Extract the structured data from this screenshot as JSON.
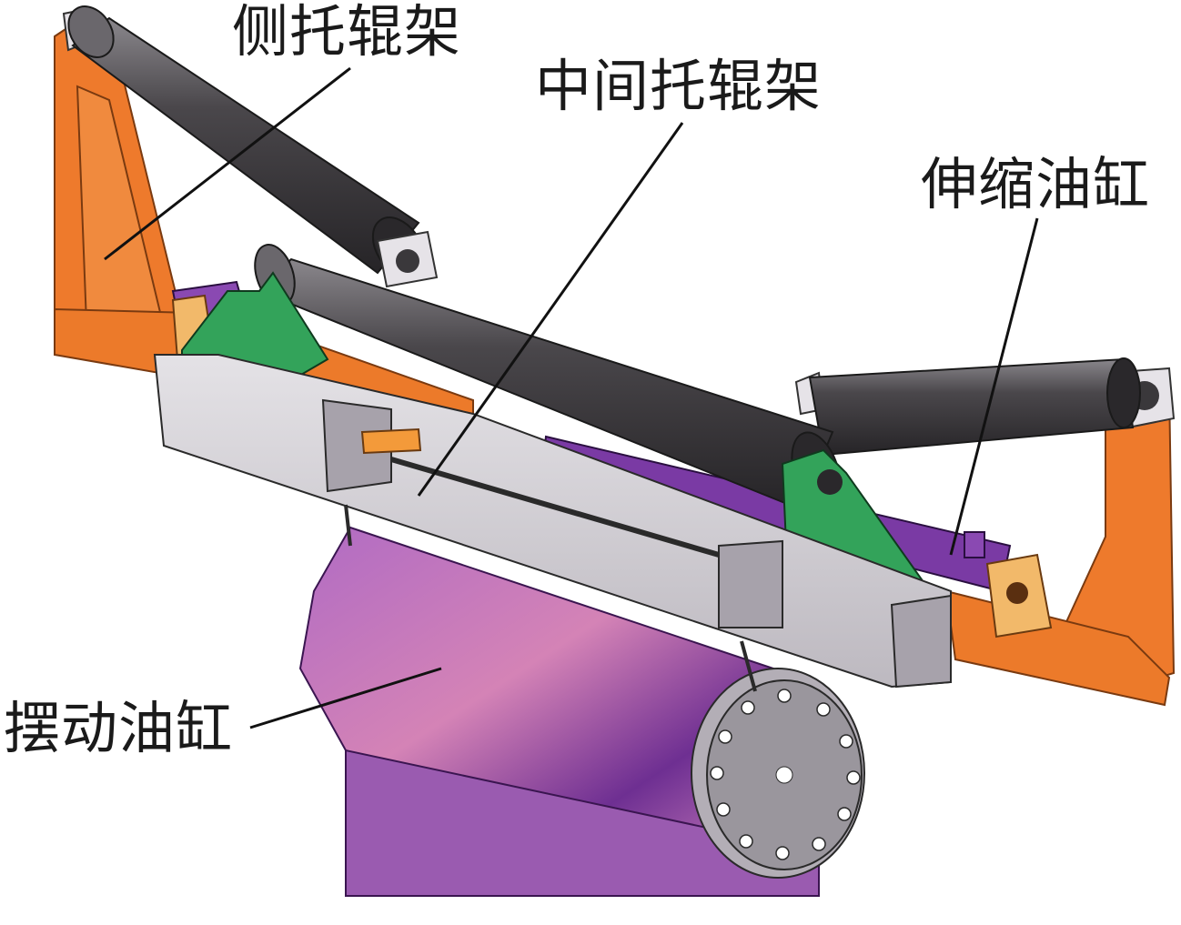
{
  "labels": {
    "side_idler_frame": "侧托辊架",
    "middle_idler_frame": "中间托辊架",
    "telescopic_cylinder": "伸缩油缸",
    "swing_cylinder": "摆动油缸"
  },
  "colors": {
    "frame_orange": "#ee7a2c",
    "frame_orange_dark": "#c85c1a",
    "roller_dark": "#3e3c40",
    "bracket_green": "#33a35a",
    "beam_grey": "#d7d4d9",
    "cylinder_violet": "#7a3aa4",
    "swing_cylinder_magenta": "#c77ab4",
    "accent_yellow": "#f4e23a"
  }
}
